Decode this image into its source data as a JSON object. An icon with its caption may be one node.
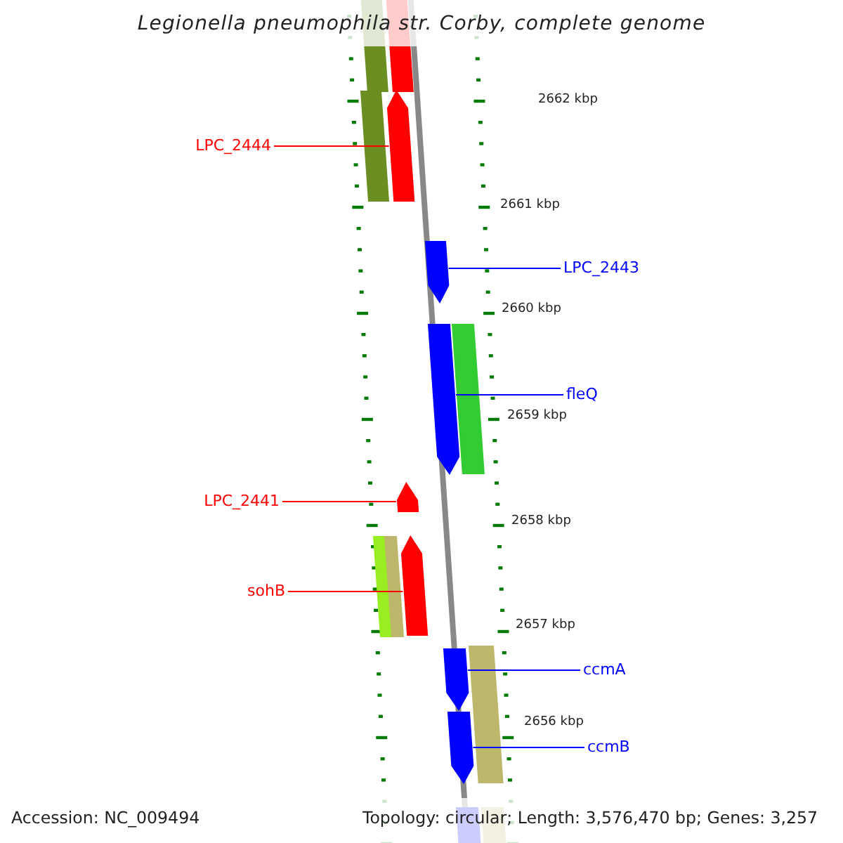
{
  "diagram": {
    "title": "Legionella pneumophila str. Corby, complete genome",
    "nodes": [
      {
        "text": [
          "LPC_2444"
        ]
      },
      {
        "text": [],
        "shape": "arrow"
      },
      {
        "text": [
          "LPC_2443"
        ]
      },
      {
        "text": [],
        "shape": "arrow"
      },
      {
        "text": [
          "fleQ"
        ]
      },
      {
        "text": [],
        "shape": "arrow"
      },
      {
        "text": [
          "LPC_2441"
        ]
      },
      {
        "text": [],
        "shape": "arrow"
      },
      {
        "text": [
          "sohB"
        ]
      },
      {
        "text": [],
        "shape": "arrow"
      },
      {
        "text": [
          "ccmA"
        ]
      },
      {
        "text": [],
        "shape": "arrow"
      },
      {
        "text": [
          "ccmB"
        ]
      },
      {
        "text": [],
        "shape": "arrow"
      },
      {
        "text": [],
        "shape": "bar"
      },
      {
        "text": [],
        "shape": "bar"
      },
      {
        "text": [],
        "shape": "bar"
      },
      {
        "text": [],
        "shape": "bar"
      },
      {
        "text": [],
        "shape": "bar"
      },
      {
        "text": [],
        "shape": "bar"
      },
      {
        "text": [],
        "shape": "bar"
      },
      {
        "text": [],
        "shape": "bar"
      },
      {
        "text": [],
        "shape": "bar"
      }
    ],
    "edges": [
      {
        "from": 0,
        "to": 1,
        "arrow": "none",
        "color": "#ff0000"
      },
      {
        "from": 2,
        "to": 3,
        "arrow": "none"
      },
      {
        "from": 4,
        "to": 5,
        "arrow": "none"
      },
      {
        "from": 6,
        "to": 7,
        "arrow": "none",
        "color": "#ff0000"
      },
      {
        "from": 8,
        "to": 9,
        "arrow": "none",
        "color": "#ff0000"
      },
      {
        "from": 10,
        "to": 11,
        "arrow": "none"
      },
      {
        "from": 12,
        "to": 13,
        "arrow": "none"
      }
    ],
    "labels": [
      "2662 kbp",
      "2661 kbp",
      "2660 kbp",
      "2659 kbp",
      "2658 kbp",
      "2657 kbp",
      "2656 kbp",
      "Accession: NC_009494",
      "Topology: circular; Length: 3,576,470 bp; Genes: 3,257"
    ]
  }
}
